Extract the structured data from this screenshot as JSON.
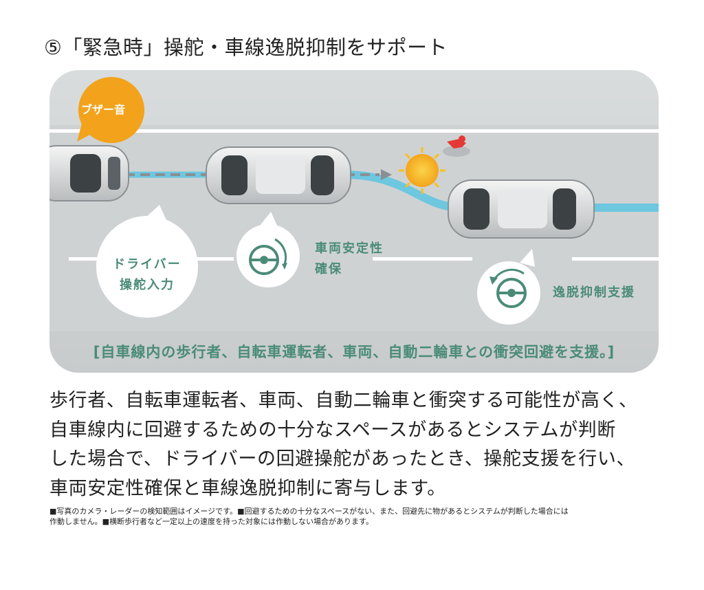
{
  "title": "⑤「緊急時」操舵・車線逸脱抑制をサポート",
  "illustration": {
    "buzzer_label": "ブザー音",
    "driver_label": [
      "ドライバー",
      "操舵入力"
    ],
    "stability_label": [
      "車両安定性",
      "確保"
    ],
    "departure_label": "逸脱抑制支援",
    "caption": "[自車線内の歩行者、自転車運転者、車両、自動二輪車との衝突回避を支援。]",
    "colors": {
      "accent_teal": "#4a8b78",
      "path_blue": "#6cc7df",
      "buzzer_orange": "#f2a31b",
      "flash_yellow": "#f7c21a",
      "pedestrian_red": "#e53935"
    }
  },
  "body": [
    "歩行者、自転車運転者、車両、自動二輪車と衝突する可能性が高く、",
    "自車線内に回避するための十分なスペースがあるとシステムが判断",
    "した場合で、ドライバーの回避操舵があったとき、操舵支援を行い、",
    "車両安定性確保と車線逸脱抑制に寄与します。"
  ],
  "note": [
    "■写真のカメラ・レーダーの検知範囲はイメージです。■回避するための十分なスペースがない、また、回避先に物があるとシステムが判断した場合には",
    "作動しません。■横断歩行者など一定以上の速度を持った対象には作動しない場合があります。"
  ]
}
